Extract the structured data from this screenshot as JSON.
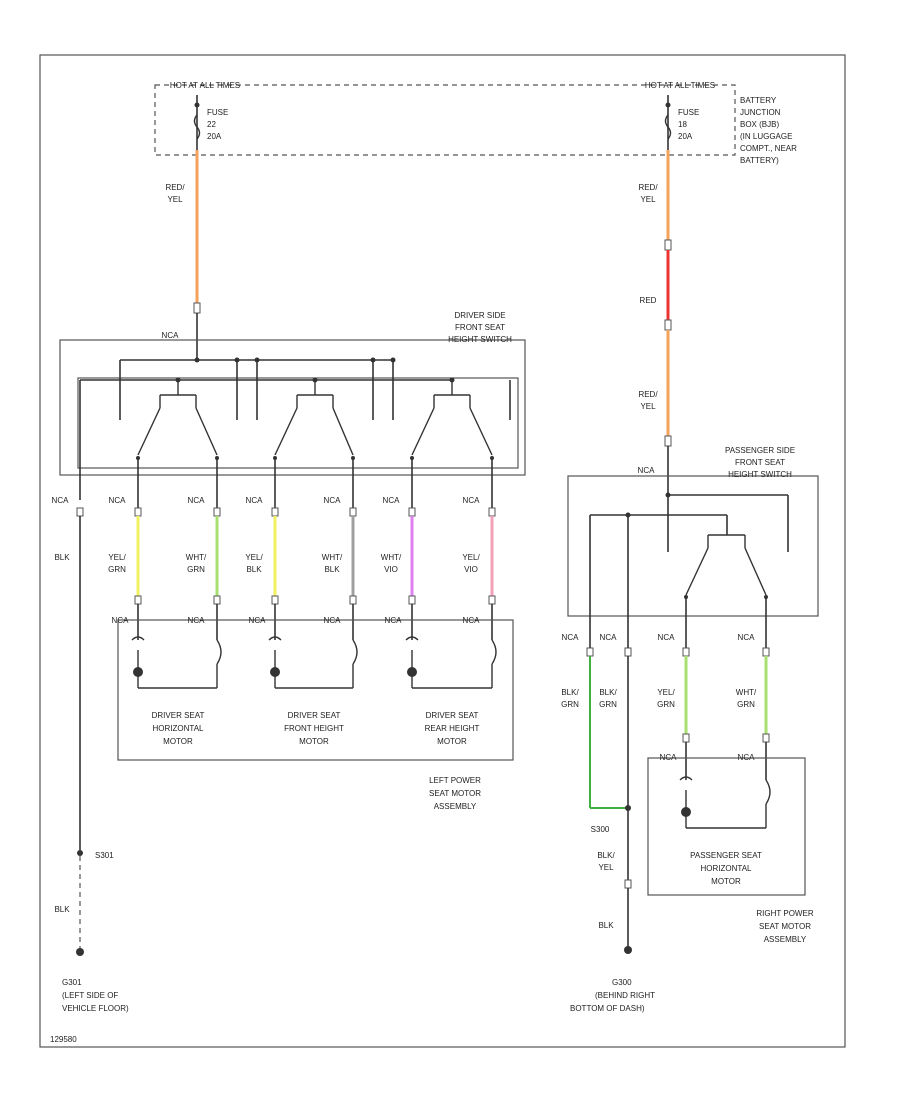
{
  "labels": {
    "hot_left": "HOT AT ALL TIMES",
    "hot_right": "HOT AT ALL TIMES",
    "fuse_left": [
      "FUSE",
      "22",
      "20A"
    ],
    "fuse_right": [
      "FUSE",
      "18",
      "20A"
    ],
    "junction_box": [
      "BATTERY",
      "JUNCTION",
      "BOX (BJB)",
      "(IN LUGGAGE",
      "COMPT., NEAR",
      "BATTERY)"
    ],
    "wire_red_yel_left": [
      "RED/",
      "YEL"
    ],
    "wire_red_yel_right_top": [
      "RED/",
      "YEL"
    ],
    "wire_red": "RED",
    "wire_red_yel_right_mid": [
      "RED/",
      "YEL"
    ],
    "nca_driver_top": "NCA",
    "driver_switch": [
      "DRIVER SIDE",
      "FRONT SEAT",
      "HEIGHT SWITCH"
    ],
    "nca_pass_top": "NCA",
    "pass_switch": [
      "PASSENGER SIDE",
      "FRONT SEAT",
      "HEIGHT SWITCH"
    ],
    "nca_left_ground": "NCA",
    "blk_left": "BLK",
    "driver_nca": [
      "NCA",
      "NCA",
      "NCA",
      "NCA",
      "NCA",
      "NCA"
    ],
    "driver_wires": [
      [
        "YEL/",
        "GRN"
      ],
      [
        "WHT/",
        "GRN"
      ],
      [
        "YEL/",
        "BLK"
      ],
      [
        "WHT/",
        "BLK"
      ],
      [
        "WHT/",
        "VIO"
      ],
      [
        "YEL/",
        "VIO"
      ]
    ],
    "driver_motor_nca": [
      "NCA",
      "NCA",
      "NCA",
      "NCA",
      "NCA",
      "NCA"
    ],
    "motors": [
      [
        "DRIVER SEAT",
        "HORIZONTAL",
        "MOTOR"
      ],
      [
        "DRIVER SEAT",
        "FRONT HEIGHT",
        "MOTOR"
      ],
      [
        "DRIVER SEAT",
        "REAR HEIGHT",
        "MOTOR"
      ]
    ],
    "left_assembly": [
      "LEFT POWER",
      "SEAT MOTOR",
      "ASSEMBLY"
    ],
    "s_left": "S301",
    "blk_left_lower": "BLK",
    "g_left": [
      "G301",
      "(LEFT SIDE OF",
      "VEHICLE FLOOR)"
    ],
    "pass_nca": [
      "NCA",
      "NCA",
      "NCA",
      "NCA"
    ],
    "pass_wires": [
      [
        "BLK/",
        "GRN"
      ],
      [
        "BLK/",
        "GRN"
      ],
      [
        "YEL/",
        "GRN"
      ],
      [
        "WHT/",
        "GRN"
      ]
    ],
    "pass_motor_nca": [
      "NCA",
      "NCA"
    ],
    "s_right": "S300",
    "blk_yel_right": [
      "BLK/",
      "YEL"
    ],
    "blk_right": "BLK",
    "pass_motor": [
      "PASSENGER SEAT",
      "HORIZONTAL",
      "MOTOR"
    ],
    "right_assembly": [
      "RIGHT POWER",
      "SEAT MOTOR",
      "ASSEMBLY"
    ],
    "g_right": [
      "G300",
      "(BEHIND RIGHT",
      "BOTTOM OF DASH)"
    ],
    "figure_id": "129580"
  },
  "colors": {
    "orange": "#f5a25a",
    "red": "#ee3333",
    "yellow": "#f0f060",
    "lightgreen": "#a8e070",
    "violet": "#e080f0",
    "pink": "#f5a0b8",
    "green": "#40b040"
  }
}
